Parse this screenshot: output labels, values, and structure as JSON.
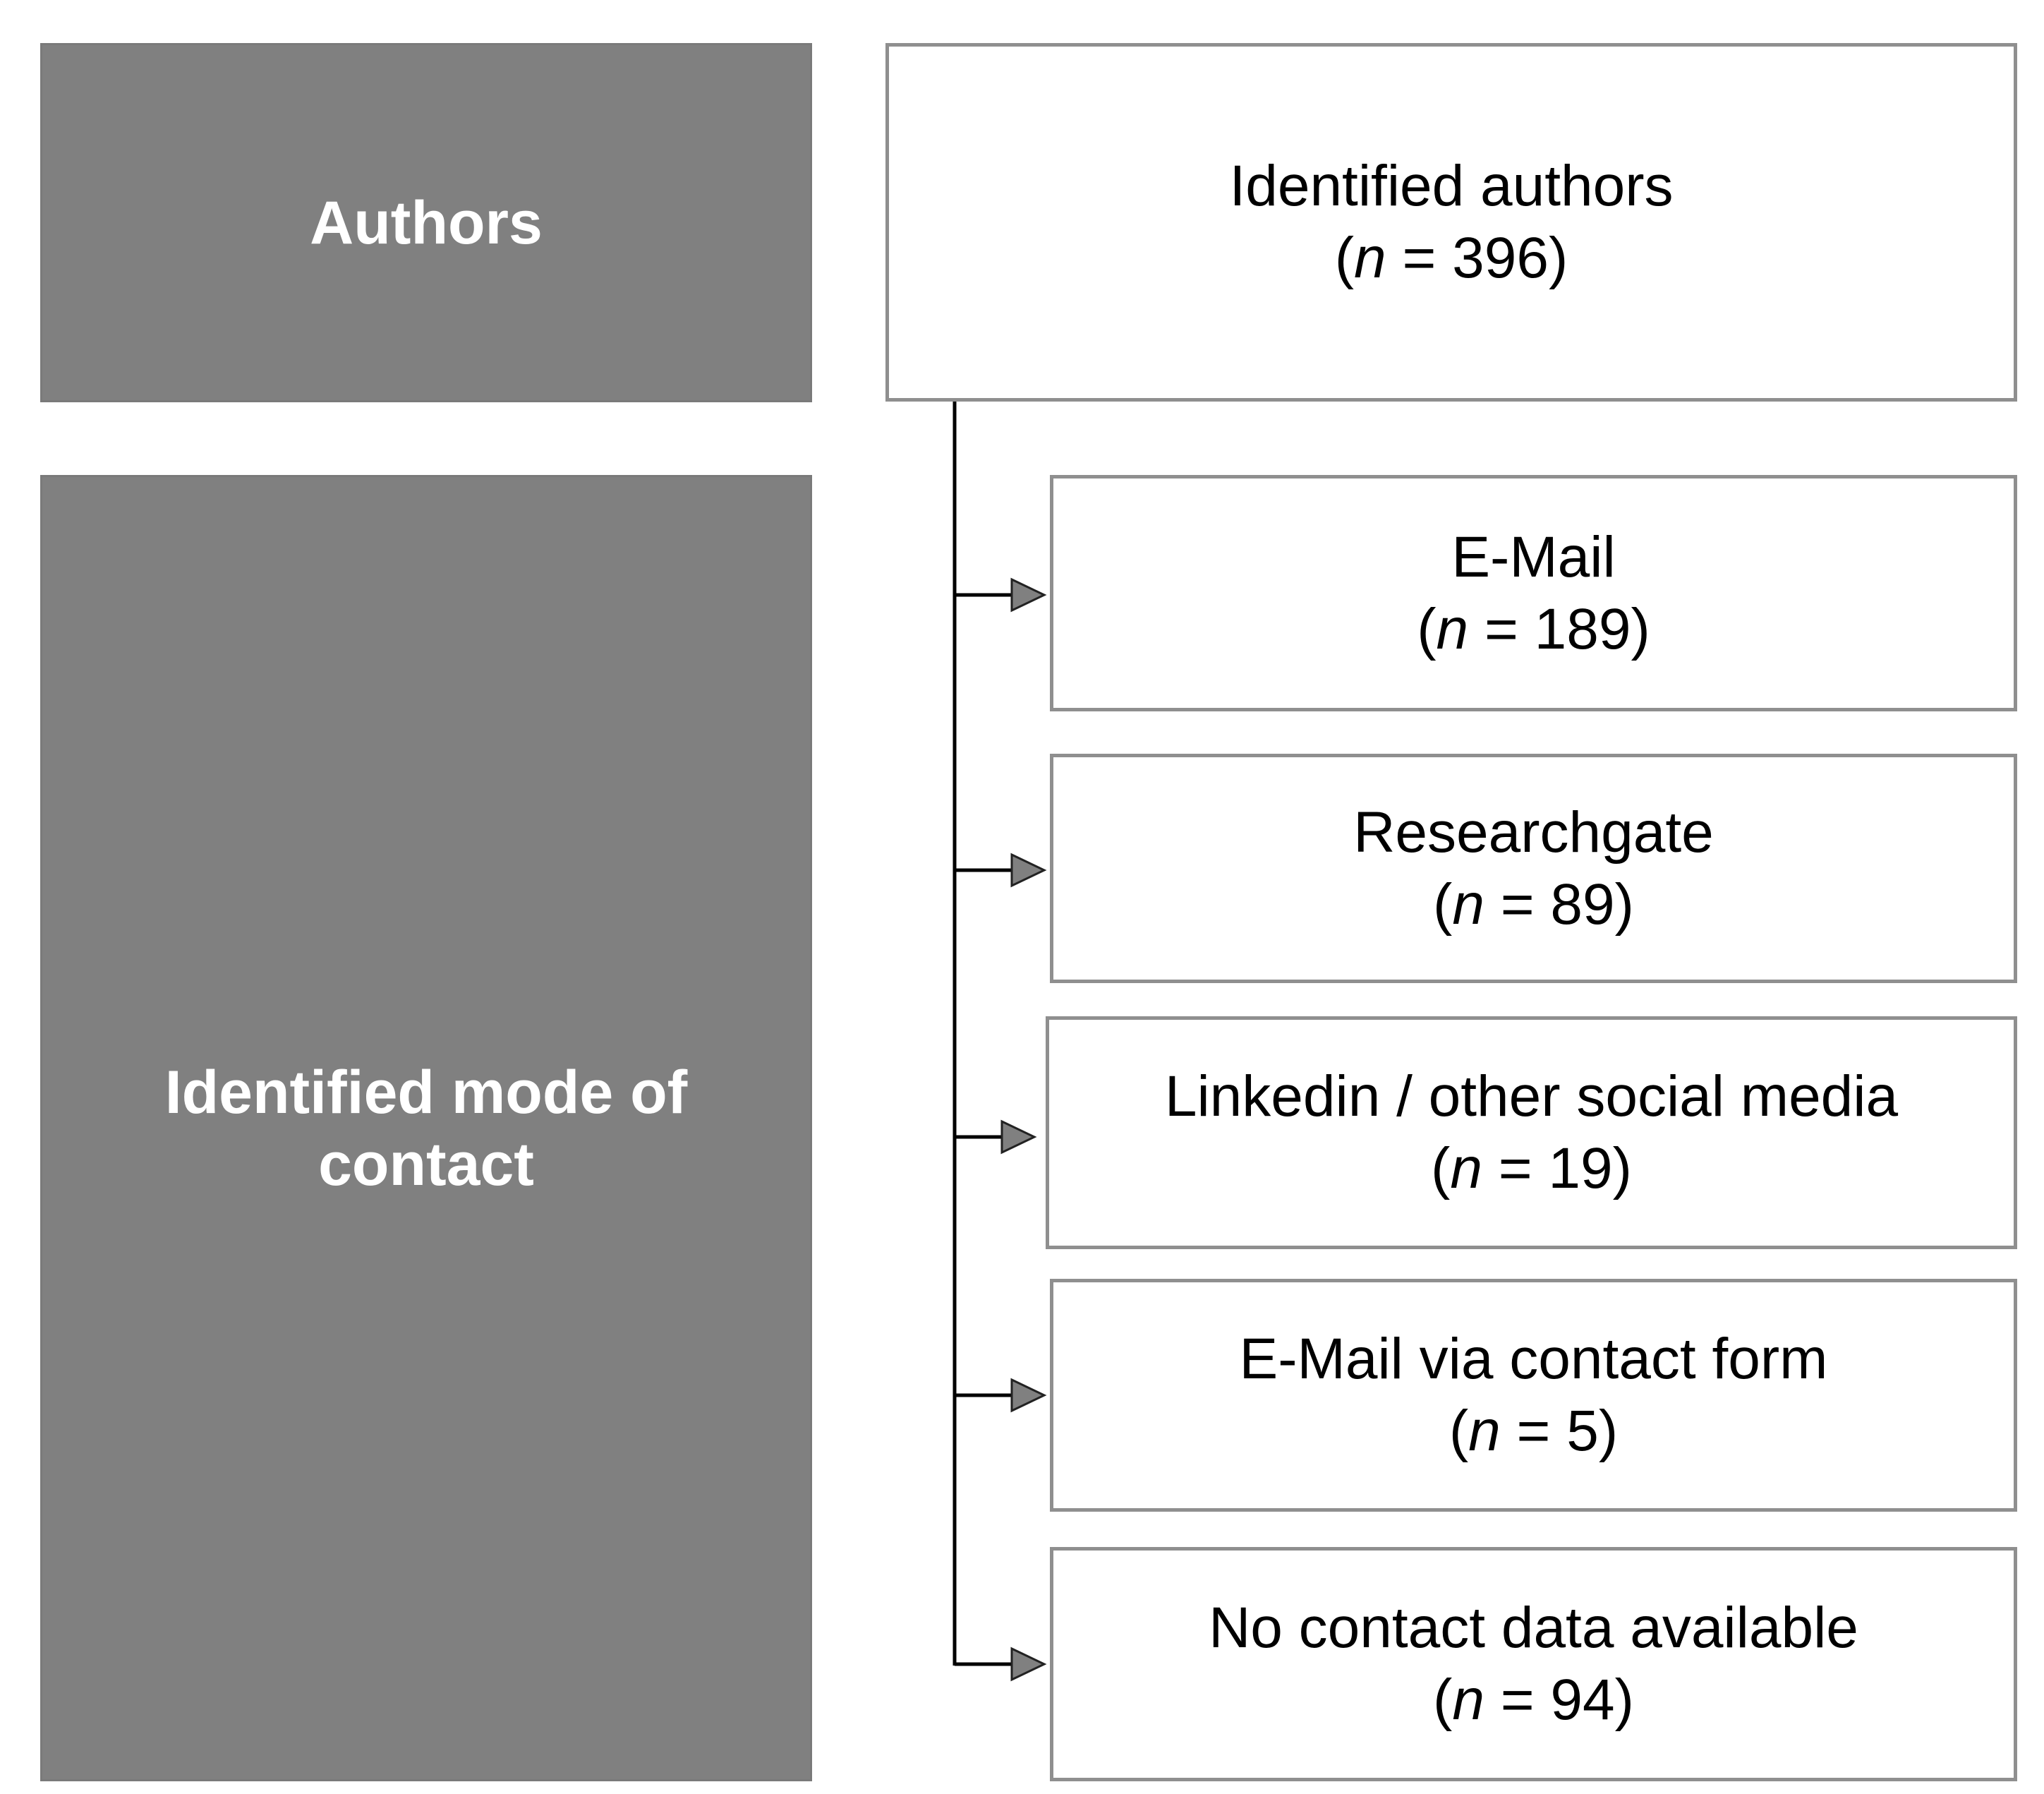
{
  "stages": [
    {
      "label": "Authors"
    },
    {
      "label": "Identified mode of contact"
    }
  ],
  "root": {
    "label": "Identified authors",
    "n": "396"
  },
  "outcomes": [
    {
      "label": "E-Mail",
      "n": "189"
    },
    {
      "label": "Researchgate",
      "n": "89"
    },
    {
      "label": "Linkedin / other social media",
      "n": "19"
    },
    {
      "label": "E-Mail via contact form",
      "n": "5"
    },
    {
      "label": "No contact data available",
      "n": "94"
    }
  ],
  "notation": {
    "symbol": "n",
    "equals": " = "
  },
  "colors": {
    "stage_fill": "#808080",
    "box_border": "#8f8f8f",
    "line": "#000000",
    "arrowhead": "#808080"
  }
}
